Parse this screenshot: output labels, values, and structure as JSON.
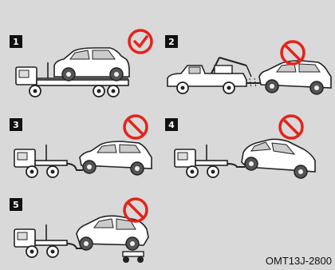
{
  "figure": {
    "panels": [
      {
        "number": "1",
        "status": "allowed",
        "status_icon": "check-circle-icon",
        "scene": "flatbed-tow-truck"
      },
      {
        "number": "2",
        "status": "prohibited",
        "status_icon": "prohibited-icon",
        "scene": "wheel-lift-tow-rear-wheels-down"
      },
      {
        "number": "3",
        "status": "prohibited",
        "status_icon": "prohibited-icon",
        "scene": "wheel-lift-tow-front-raised"
      },
      {
        "number": "4",
        "status": "prohibited",
        "status_icon": "prohibited-icon",
        "scene": "wheel-lift-tow-rear-raised"
      },
      {
        "number": "5",
        "status": "prohibited",
        "status_icon": "prohibited-icon",
        "scene": "wheel-lift-with-dolly"
      }
    ],
    "figure_code": "OMT13J-2800",
    "colors": {
      "allowed": "#e5231b",
      "prohibited": "#e5231b",
      "background": "#d9d9d9"
    }
  }
}
